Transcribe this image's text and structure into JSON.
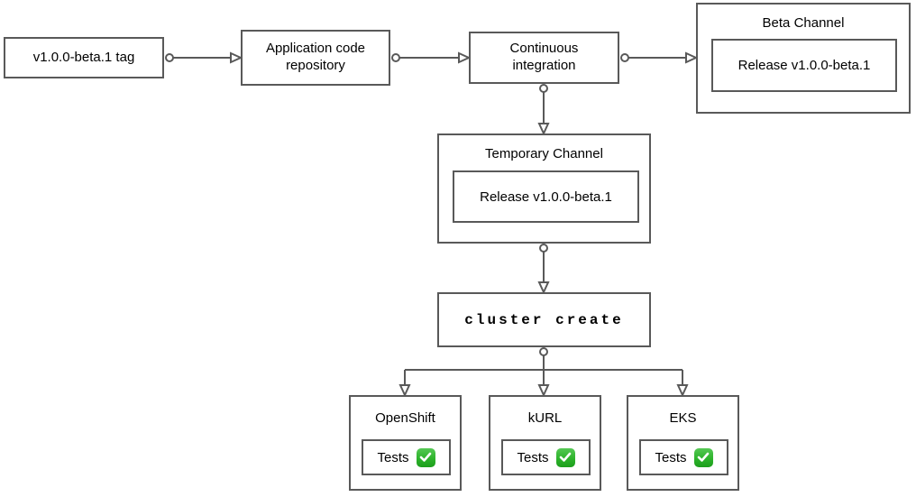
{
  "diagram": {
    "nodes": {
      "tag": {
        "label": "v1.0.0-beta.1 tag"
      },
      "repo": {
        "label": "Application code repository"
      },
      "ci": {
        "label": "Continuous integration"
      },
      "beta_channel": {
        "title": "Beta Channel",
        "release": "Release v1.0.0-beta.1"
      },
      "temp_channel": {
        "title": "Temporary Channel",
        "release": "Release v1.0.0-beta.1"
      },
      "cluster_create": {
        "label": "cluster create"
      },
      "openshift": {
        "title": "OpenShift",
        "tests_label": "Tests"
      },
      "kurl": {
        "title": "kURL",
        "tests_label": "Tests"
      },
      "eks": {
        "title": "EKS",
        "tests_label": "Tests"
      }
    },
    "icons": {
      "check": "check-passed-icon"
    },
    "colors": {
      "stroke": "#595959",
      "check_green": "#2db32b",
      "background": "#ffffff",
      "text": "#000000"
    }
  }
}
